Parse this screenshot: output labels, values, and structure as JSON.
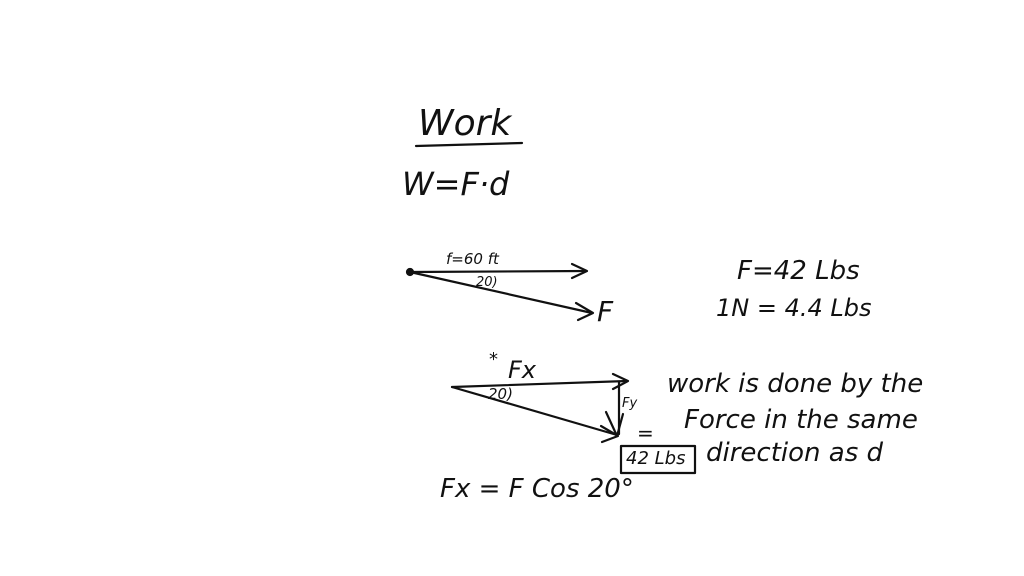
{
  "board": {
    "title": "Work",
    "formula": "W=F·d",
    "diagram1": {
      "distance_label": "f=60 ft",
      "angle_label": "20)",
      "force_label": "F"
    },
    "given": {
      "force": "F=42 Lbs",
      "conversion": "1N = 4.4 Lbs"
    },
    "diagram2": {
      "star": "*",
      "fx_label": "Fx",
      "angle_label": "20)",
      "fy_label": "Fy",
      "equals": "=",
      "boxed_value": "42 Lbs"
    },
    "note": {
      "line1": "work is done by the",
      "line2": "Force in the same",
      "line3": "direction as d"
    },
    "component_formula": "Fx = F Cos 20°"
  }
}
